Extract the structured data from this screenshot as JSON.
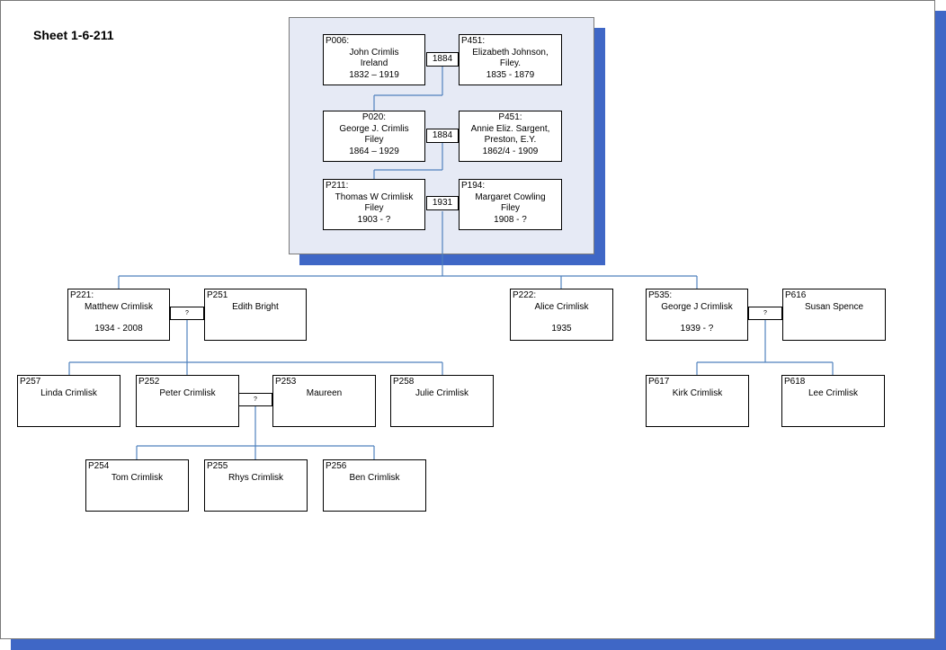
{
  "sheet_title": "Sheet 1-6-211",
  "ancestors": [
    {
      "husband": {
        "id": "P006:",
        "name": "John Crimlis",
        "place": "Ireland",
        "dates": "1832 – 1919"
      },
      "marriage": "1884",
      "wife": {
        "id": "P451:",
        "name": "Elizabeth Johnson,",
        "place": "Filey.",
        "dates": "1835 - 1879"
      }
    },
    {
      "husband": {
        "id": "P020:",
        "name": "George J. Crimlis",
        "place": "Filey",
        "dates": "1864 – 1929"
      },
      "marriage": "1884",
      "wife": {
        "id": "P451:",
        "name": "Annie Eliz. Sargent,",
        "place": "Preston, E.Y.",
        "dates": "1862/4 - 1909"
      }
    },
    {
      "husband": {
        "id": "P211:",
        "name": "Thomas W Crimlisk",
        "place": "Filey",
        "dates": "1903 - ?"
      },
      "marriage": "1931",
      "wife": {
        "id": "P194:",
        "name": "Margaret Cowling",
        "place": "Filey",
        "dates": "1908 - ?"
      }
    }
  ],
  "children": {
    "matthew": {
      "id": "P221:",
      "name": "Matthew Crimlisk",
      "dates": "1934 - 2008"
    },
    "edith": {
      "id": "P251",
      "name": "Edith Bright"
    },
    "alice": {
      "id": "P222:",
      "name": "Alice Crimlisk",
      "dates": "1935"
    },
    "george": {
      "id": "P535:",
      "name": "George J Crimlisk",
      "dates": "1939 - ?"
    },
    "susan": {
      "id": "P616",
      "name": "Susan Spence"
    },
    "matthew_marriage": "?",
    "george_marriage": "?"
  },
  "grandchildren": {
    "linda": {
      "id": "P257",
      "name": "Linda Crimlisk"
    },
    "peter": {
      "id": "P252",
      "name": "Peter Crimlisk"
    },
    "maureen": {
      "id": "P253",
      "name": "Maureen"
    },
    "julie": {
      "id": "P258",
      "name": "Julie Crimlisk"
    },
    "kirk": {
      "id": "P617",
      "name": "Kirk Crimlisk"
    },
    "lee": {
      "id": "P618",
      "name": "Lee Crimlisk"
    },
    "peter_marriage": "?"
  },
  "great_grandchildren": {
    "tom": {
      "id": "P254",
      "name": "Tom Crimlisk"
    },
    "rhys": {
      "id": "P255",
      "name": "Rhys Crimlisk"
    },
    "ben": {
      "id": "P256",
      "name": "Ben Crimlisk"
    }
  },
  "colors": {
    "line": "#4f81bd",
    "shadow": "#3f67c6",
    "panel": "#e6eaf5"
  }
}
